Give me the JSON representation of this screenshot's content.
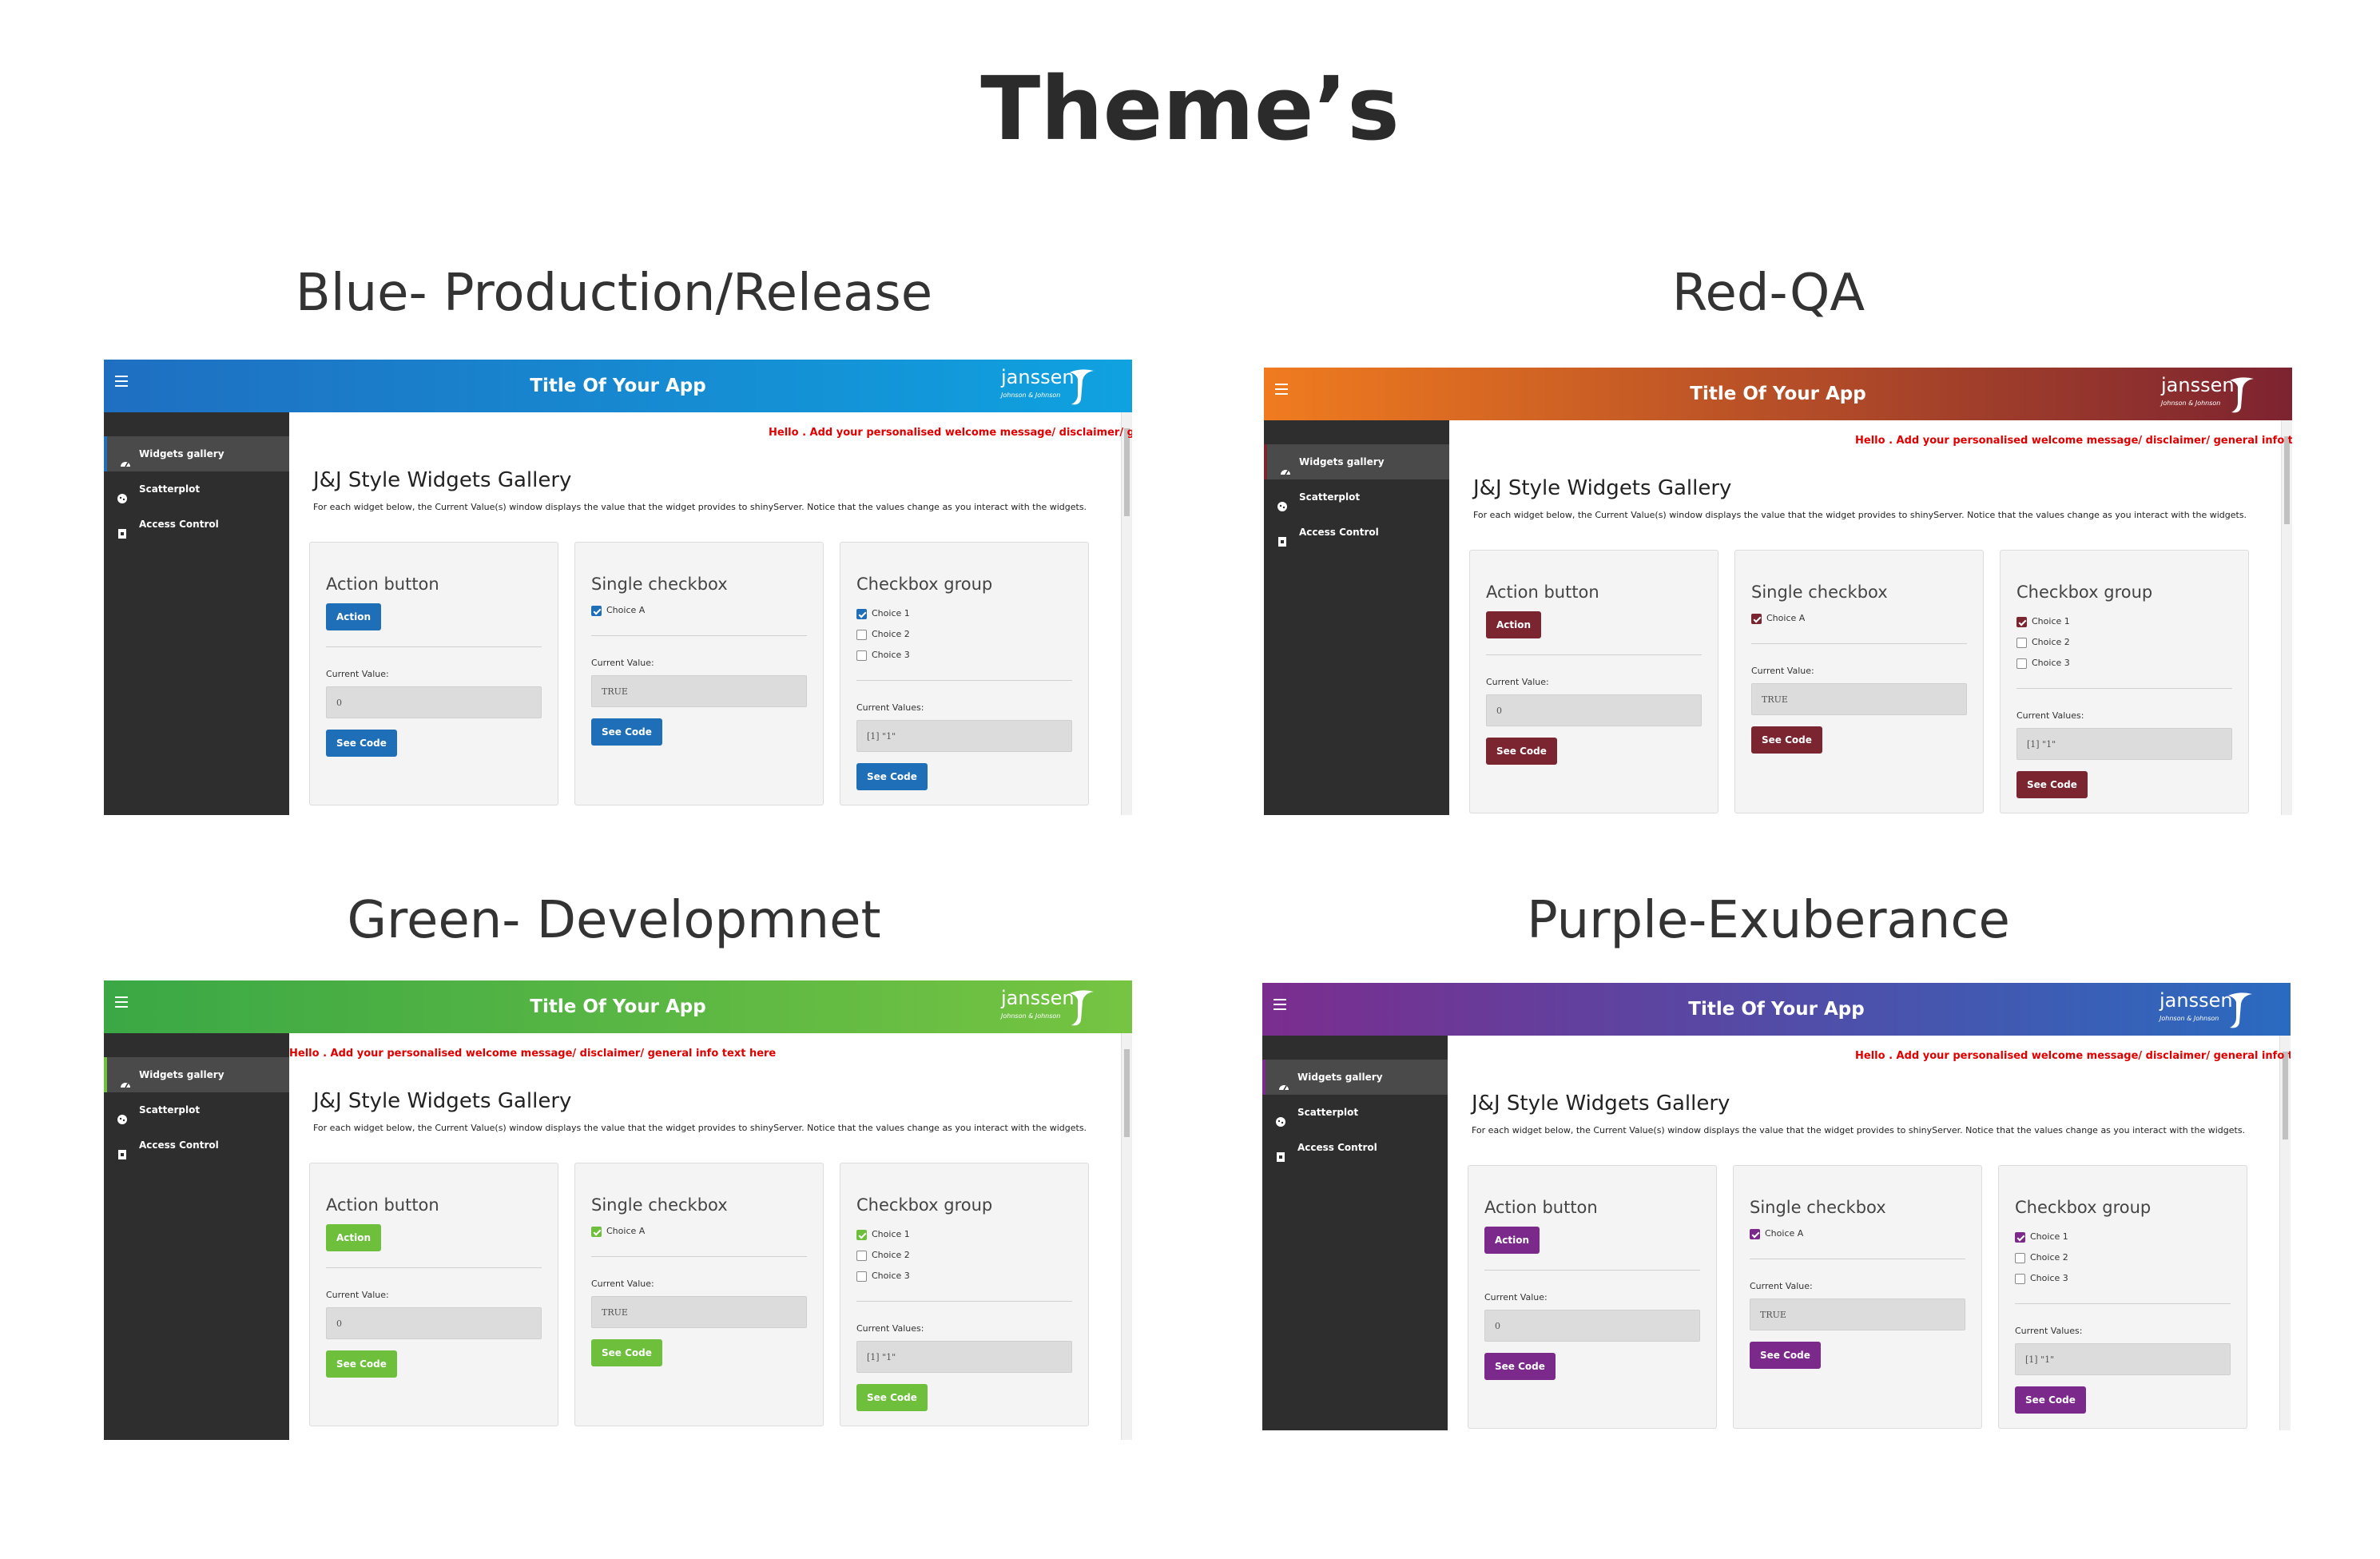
{
  "page_title": "Theme’s",
  "shared": {
    "app_title": "Title Of Your App",
    "logo_text": "janssen",
    "logo_sub": "Johnson & Johnson",
    "welcome": "Hello . Add your personalised welcome message/ disclaimer/ general info text here",
    "sidebar_items": [
      "Widgets gallery",
      "Scatterplot",
      "Access Control"
    ],
    "gallery_title": "J&J Style Widgets Gallery",
    "gallery_desc": "For each widget below, the Current Value(s) window displays the value that the widget provides to shinyServer. Notice that the values change as you interact with the widgets.",
    "action_card_title": "Action button",
    "action_button": "Action",
    "single_card_title": "Single checkbox",
    "single_choice": "Choice A",
    "group_card_title": "Checkbox group",
    "group_choices": [
      "Choice 1",
      "Choice 2",
      "Choice 3"
    ],
    "current_value_label": "Current Value:",
    "current_values_label": "Current Values:",
    "action_value": "0",
    "single_value": "TRUE",
    "group_value": "[1] \"1\"",
    "see_code": "See Code"
  },
  "themes": [
    {
      "label": "Blue- Production/Release",
      "gradient_start": "#1f6fc1",
      "gradient_end": "#0fa2e0",
      "accent": "#1f6fb8"
    },
    {
      "label": "Red-QA",
      "gradient_start": "#f07b1f",
      "gradient_end": "#7d2330",
      "accent": "#7a2530"
    },
    {
      "label": "Green- Developmnet",
      "gradient_start": "#3aa845",
      "gradient_end": "#76c442",
      "accent": "#6dbf3c"
    },
    {
      "label": "Purple-Exuberance",
      "gradient_start": "#7b2d8e",
      "gradient_end": "#2a6bc0",
      "accent": "#7b2a8c"
    }
  ]
}
